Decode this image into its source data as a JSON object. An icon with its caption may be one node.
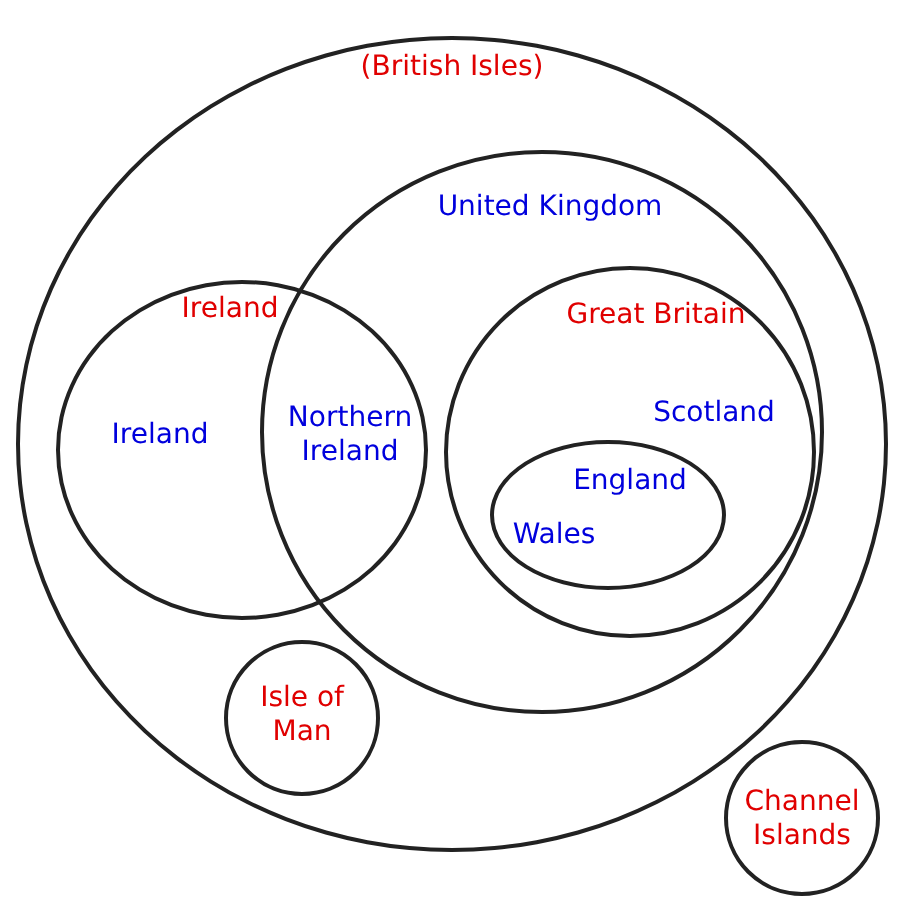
{
  "diagram": {
    "nodes": [
      {
        "text": [
          "(British Isles)"
        ]
      },
      {
        "text": [
          "United Kingdom"
        ],
        "in": 0
      },
      {
        "text": [
          "Ireland",
          "Ireland"
        ],
        "in": 0
      },
      {
        "text": [
          "Great Britain",
          "Scotland"
        ],
        "in": 1
      },
      {
        "text": [
          "England",
          "Wales"
        ],
        "in": 3
      },
      {
        "text": [
          "Isle of Man"
        ],
        "in": 0
      },
      {
        "text": [
          "Channel Islands"
        ]
      }
    ],
    "edges": [],
    "labels": [
      "Northern Ireland"
    ]
  }
}
